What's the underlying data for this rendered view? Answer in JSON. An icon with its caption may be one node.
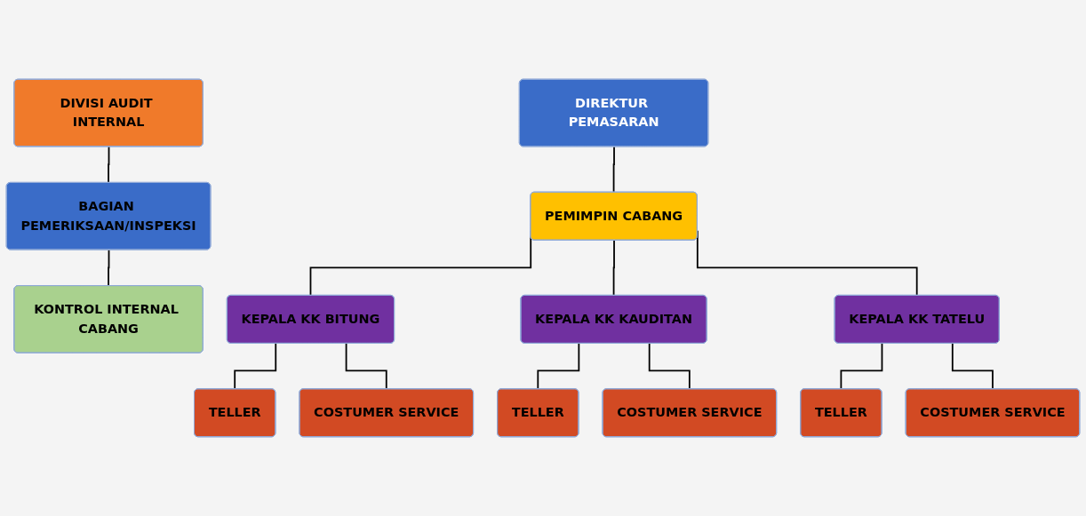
{
  "diagram": {
    "nodes": [
      {
        "text": [
          "DIVISI AUDIT INTERNAL"
        ]
      },
      {
        "text": [
          "BAGIAN PEMERIKSAAN/INSPEKSI"
        ]
      },
      {
        "text": [
          "KONTROL INTERNAL CABANG"
        ]
      },
      {
        "text": [
          "DIREKTUR PEMASARAN"
        ]
      },
      {
        "text": [
          "PEMIMPIN CABANG"
        ]
      },
      {
        "text": [
          "KEPALA KK BITUNG"
        ]
      },
      {
        "text": [
          "KEPALA KK KAUDITAN"
        ]
      },
      {
        "text": [
          "KEPALA KK TATELU"
        ]
      },
      {
        "text": [
          "TELLER"
        ]
      },
      {
        "text": [
          "COSTUMER SERVICE"
        ]
      },
      {
        "text": [
          "TELLER"
        ]
      },
      {
        "text": [
          "COSTUMER SERVICE"
        ]
      },
      {
        "text": [
          "TELLER"
        ]
      },
      {
        "text": [
          "COSTUMER SERVICE"
        ]
      }
    ],
    "edges": [
      {
        "from": 0,
        "to": 1,
        "arrow": "none"
      },
      {
        "from": 1,
        "to": 2,
        "arrow": "none"
      },
      {
        "from": 3,
        "to": 4,
        "arrow": "none"
      },
      {
        "from": 4,
        "to": 5,
        "arrow": "none"
      },
      {
        "from": 4,
        "to": 6,
        "arrow": "none"
      },
      {
        "from": 4,
        "to": 7,
        "arrow": "none"
      },
      {
        "from": 5,
        "to": 8,
        "arrow": "none"
      },
      {
        "from": 5,
        "to": 9,
        "arrow": "none"
      },
      {
        "from": 6,
        "to": 10,
        "arrow": "none"
      },
      {
        "from": 6,
        "to": 11,
        "arrow": "none"
      },
      {
        "from": 7,
        "to": 12,
        "arrow": "none"
      },
      {
        "from": 7,
        "to": 13,
        "arrow": "none"
      }
    ]
  }
}
